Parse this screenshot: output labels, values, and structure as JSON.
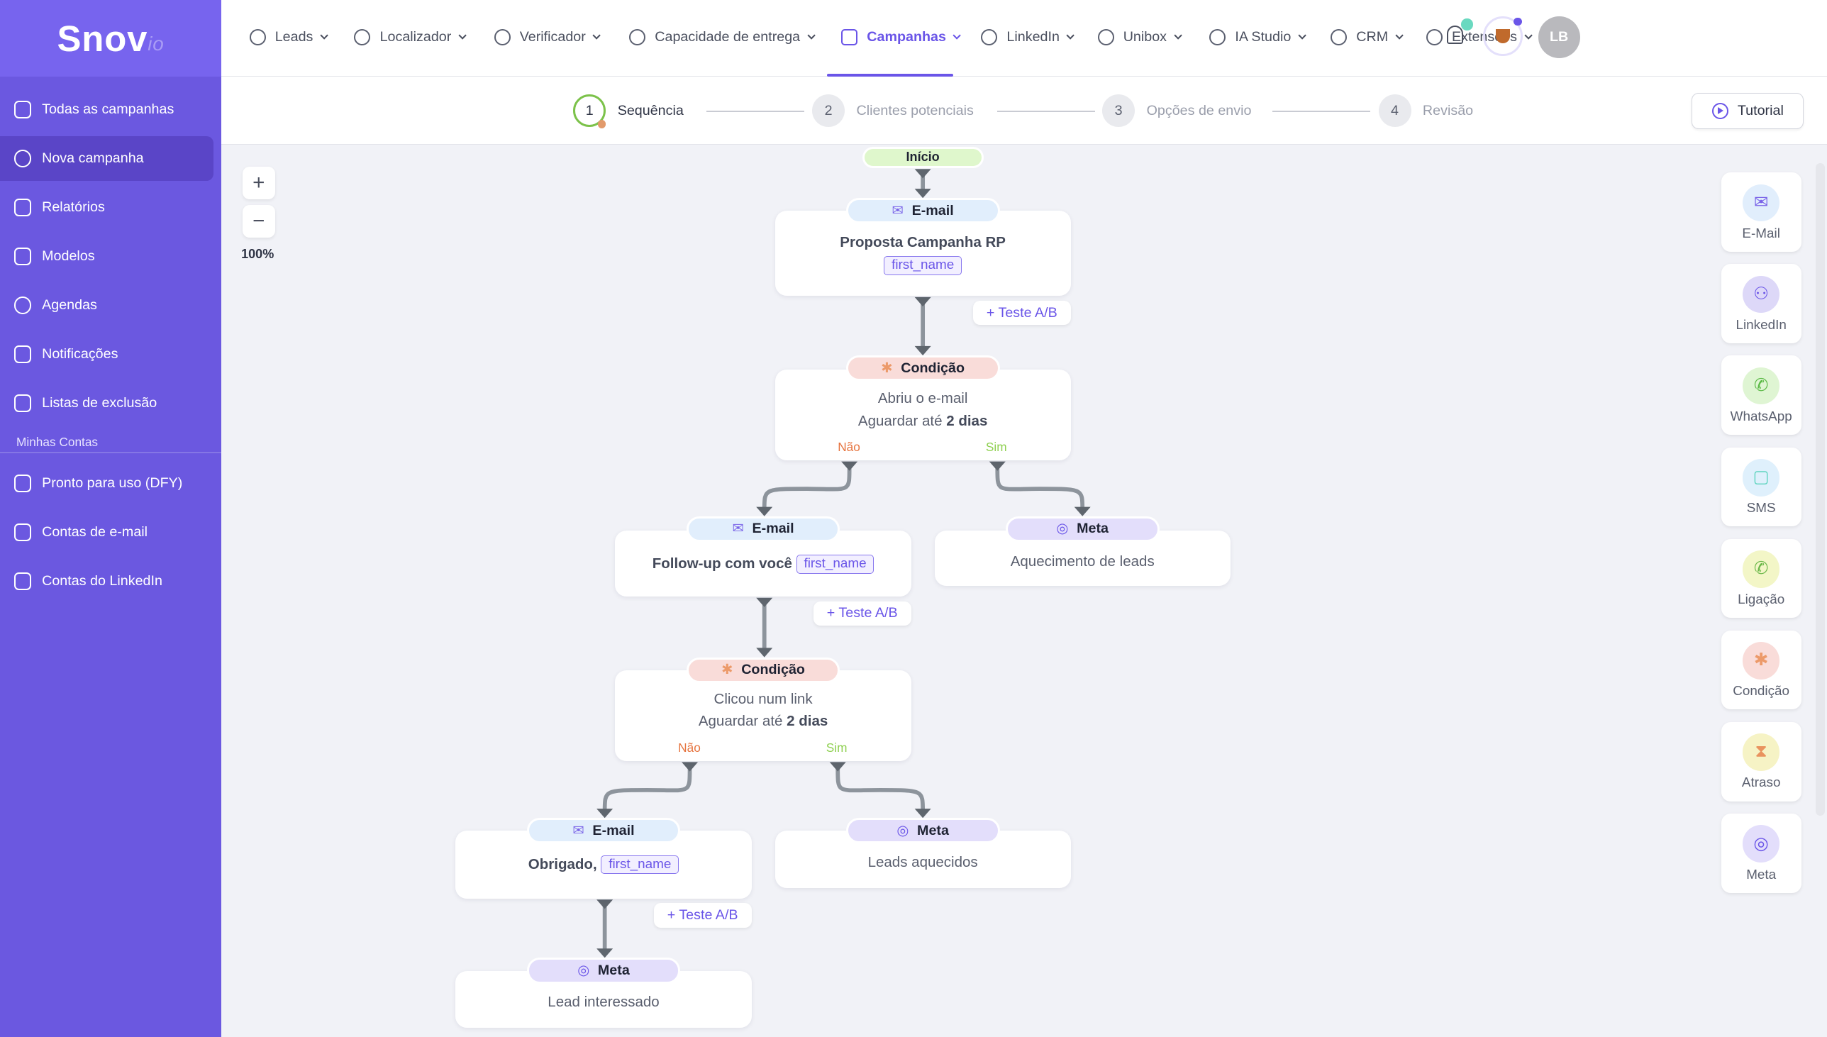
{
  "brand": {
    "logo": "Snov",
    "logo_suffix": "io",
    "accent": "#6a55e8"
  },
  "sidebar": {
    "items": [
      {
        "label": "Todas as campanhas",
        "icon": "mail-icon"
      },
      {
        "label": "Nova campanha",
        "icon": "plus-circle-icon",
        "active": true
      },
      {
        "label": "Relatórios",
        "icon": "chart-icon"
      },
      {
        "label": "Modelos",
        "icon": "template-icon"
      },
      {
        "label": "Agendas",
        "icon": "clock-icon"
      },
      {
        "label": "Notificações",
        "icon": "bell-icon"
      },
      {
        "label": "Listas de exclusão",
        "icon": "list-icon"
      }
    ],
    "section": "Minhas Contas",
    "account_items": [
      {
        "label": "Pronto para uso (DFY)",
        "icon": "mail-settings-icon"
      },
      {
        "label": "Contas de e-mail",
        "icon": "user-icon"
      },
      {
        "label": "Contas do LinkedIn",
        "icon": "linkedin-icon"
      }
    ]
  },
  "topnav": [
    {
      "label": "Leads",
      "icon": "users-icon"
    },
    {
      "label": "Localizador",
      "icon": "search-icon"
    },
    {
      "label": "Verificador",
      "icon": "check-circle-icon"
    },
    {
      "label": "Capacidade de entrega",
      "icon": "flame-icon"
    },
    {
      "label": "Campanhas",
      "icon": "mail-icon",
      "active": true
    },
    {
      "label": "LinkedIn",
      "icon": "linkedin-icon"
    },
    {
      "label": "Unibox",
      "icon": "inbox-icon"
    },
    {
      "label": "IA Studio",
      "icon": "sparkle-icon"
    },
    {
      "label": "CRM",
      "icon": "crm-icon"
    },
    {
      "label": "Extensões",
      "icon": "puzzle-icon"
    }
  ],
  "user": {
    "initials": "LB"
  },
  "stepper": [
    {
      "num": "1",
      "label": "Sequência",
      "current": true
    },
    {
      "num": "2",
      "label": "Clientes potenciais"
    },
    {
      "num": "3",
      "label": "Opções de envio"
    },
    {
      "num": "4",
      "label": "Revisão"
    }
  ],
  "tutorial_label": "Tutorial",
  "zoom": {
    "in": "+",
    "out": "−",
    "level": "100%"
  },
  "flow": {
    "start": "Início",
    "ab_label": "+ Teste A/B",
    "tag": "first_name",
    "nao": "Não",
    "sim": "Sim",
    "nodes": [
      {
        "id": "email1",
        "type": "email",
        "label": "E-mail",
        "title": "Proposta Campanha RP",
        "has_tag": true,
        "tag_newline": true,
        "ab": true
      },
      {
        "id": "cond1",
        "type": "cond",
        "label": "Condição",
        "line1": "Abriu o e-mail",
        "wait_prefix": "Aguardar até ",
        "wait_value": "2 dias"
      },
      {
        "id": "email2",
        "type": "email",
        "label": "E-mail",
        "title": "Follow-up com você",
        "has_tag": true,
        "ab": true
      },
      {
        "id": "meta1",
        "type": "meta",
        "label": "Meta",
        "text": "Aquecimento de leads"
      },
      {
        "id": "cond2",
        "type": "cond",
        "label": "Condição",
        "line1": "Clicou num link",
        "wait_prefix": "Aguardar até ",
        "wait_value": "2 dias"
      },
      {
        "id": "email3",
        "type": "email",
        "label": "E-mail",
        "title": "Obrigado,",
        "has_tag": true,
        "ab": true
      },
      {
        "id": "meta2",
        "type": "meta",
        "label": "Meta",
        "text": "Leads aquecidos"
      },
      {
        "id": "meta3",
        "type": "meta",
        "label": "Meta",
        "text": "Lead interessado"
      }
    ]
  },
  "palette": [
    {
      "label": "E-Mail",
      "icon": "mail-icon",
      "bg": "#e1eefc",
      "fg": "#7a63e8"
    },
    {
      "label": "LinkedIn",
      "icon": "people-icon",
      "bg": "#ddd8f8",
      "fg": "#6a55e8"
    },
    {
      "label": "WhatsApp",
      "icon": "whatsapp-icon",
      "bg": "#dff5d3",
      "fg": "#5cba47"
    },
    {
      "label": "SMS",
      "icon": "sms-icon",
      "bg": "#dff0fc",
      "fg": "#5bd3bd"
    },
    {
      "label": "Ligação",
      "icon": "phone-icon",
      "bg": "#f3f6c7",
      "fg": "#6cb84a"
    },
    {
      "label": "Condição",
      "icon": "asterisk-icon",
      "bg": "#f9dcd9",
      "fg": "#ec9a6a"
    },
    {
      "label": "Atraso",
      "icon": "hourglass-icon",
      "bg": "#f6f3c5",
      "fg": "#e9935e"
    },
    {
      "label": "Meta",
      "icon": "target-icon",
      "bg": "#e3defb",
      "fg": "#6a55e8"
    }
  ]
}
